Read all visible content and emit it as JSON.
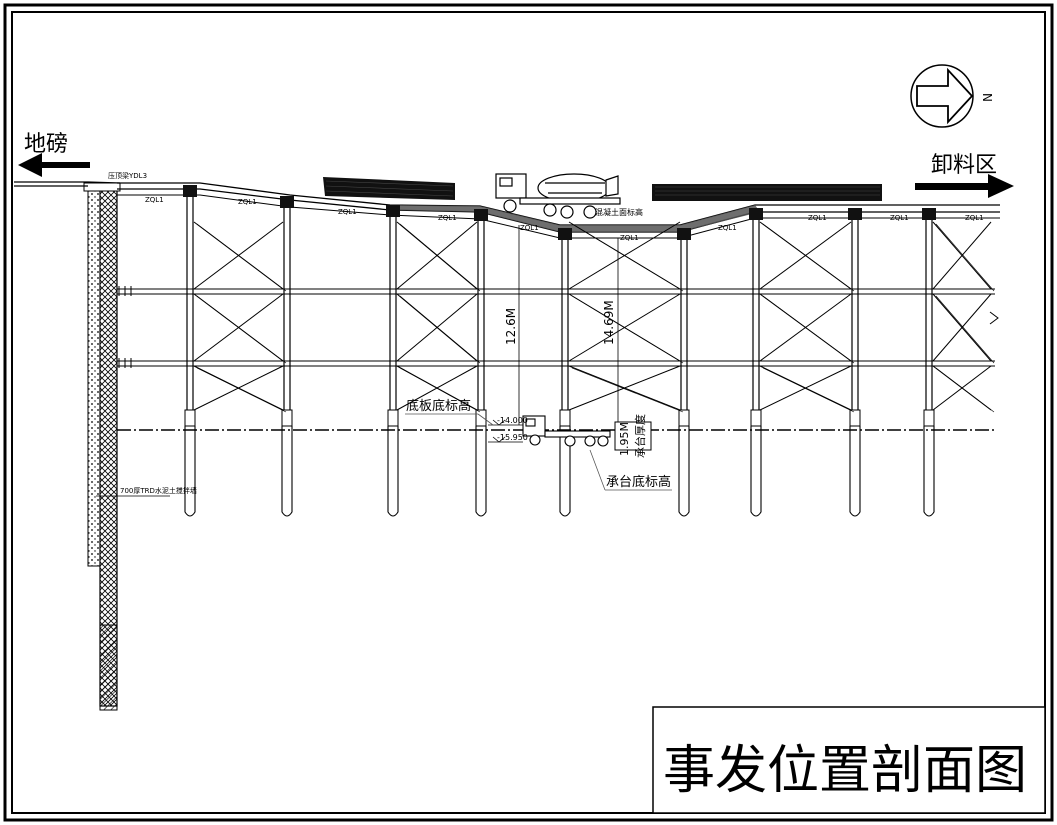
{
  "title": "事发位置剖面图",
  "labels": {
    "left_direction": "地磅",
    "right_direction": "卸料区",
    "north": "N",
    "beam": "ZQL1",
    "height_a": "12.6M",
    "height_b": "14.69M",
    "floor_bottom_label": "底板底标高",
    "cap_bottom_label": "承台底标高",
    "cap_thickness_label": "承台厚度",
    "cap_thickness_value": "1.95M",
    "elev_1": "-14.000",
    "elev_2": "-15.950",
    "road_top_label": "混凝土面标高",
    "wall_top_label": "压顶梁YDL3",
    "wall_label": "700厚TRD水泥土搅拌墙"
  },
  "colors": {
    "line": "#000000",
    "fill_dark": "#111111",
    "deck_hatch": "#333333",
    "leader": "#555555"
  }
}
